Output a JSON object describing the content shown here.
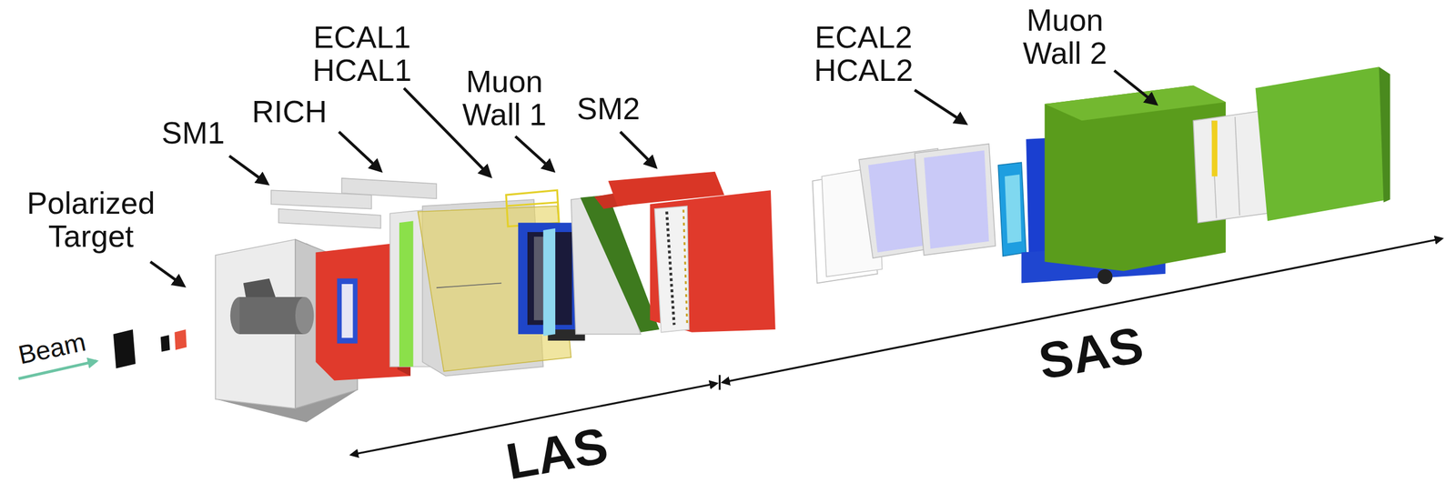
{
  "diagram": {
    "labels": [
      "Polarized Target",
      "SM1",
      "RICH",
      "ECAL1 HCAL1",
      "Muon Wall 1",
      "SM2",
      "ECAL2 HCAL2",
      "Muon Wall 2",
      "Beam",
      "LAS",
      "SAS"
    ]
  }
}
